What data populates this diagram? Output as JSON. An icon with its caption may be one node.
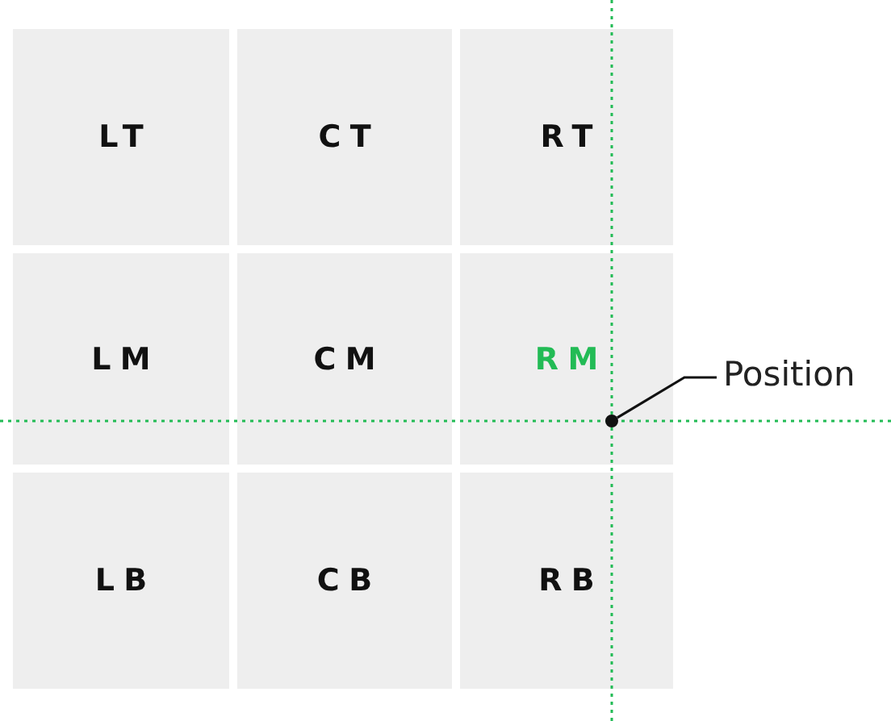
{
  "diagram": {
    "nodes": [
      {
        "text": [
          "LT"
        ]
      },
      {
        "text": [
          "CT"
        ]
      },
      {
        "text": [
          "RT"
        ]
      },
      {
        "text": [
          "LM"
        ]
      },
      {
        "text": [
          "CM"
        ]
      },
      {
        "text": [
          "RM"
        ]
      },
      {
        "text": [
          "LB"
        ]
      },
      {
        "text": [
          "CB"
        ]
      },
      {
        "text": [
          "RB"
        ]
      },
      {
        "text": [
          "Position"
        ]
      },
      {
        "text": [],
        "shape": "circle",
        "in": 5
      }
    ],
    "edges": [
      {
        "from": 9,
        "to": 10,
        "arrow": "none"
      }
    ]
  }
}
